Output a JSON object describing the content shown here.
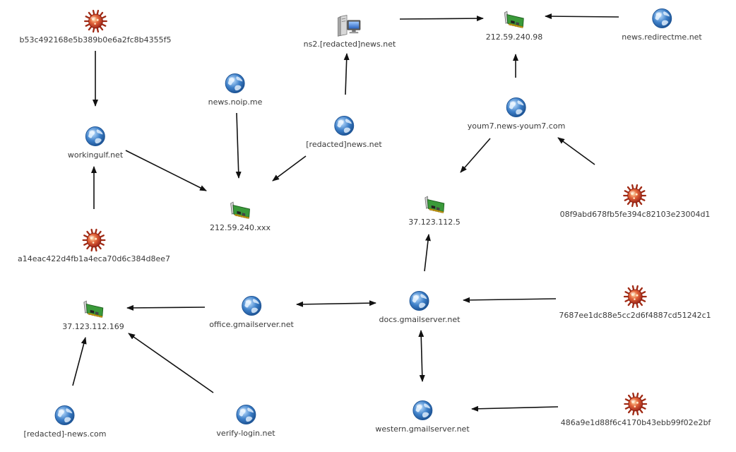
{
  "nodes": [
    {
      "id": "b53",
      "type": "malware",
      "label": "b53c492168e5b389b0e6a2fc8b4355f5"
    },
    {
      "id": "ns2",
      "type": "server",
      "label": "ns2.[redacted]news.net"
    },
    {
      "id": "ip98",
      "type": "ip",
      "label": "212.59.240.98"
    },
    {
      "id": "redirectme",
      "type": "domain",
      "label": "news.redirectme.net"
    },
    {
      "id": "noip",
      "type": "domain",
      "label": "news.noip.me"
    },
    {
      "id": "redactednews",
      "type": "domain",
      "label": "[redacted]news.net"
    },
    {
      "id": "youm7",
      "type": "domain",
      "label": "youm7.news-youm7.com"
    },
    {
      "id": "workingulf",
      "type": "domain",
      "label": "workingulf.net"
    },
    {
      "id": "ipxxx",
      "type": "ip",
      "label": "212.59.240.xxx"
    },
    {
      "id": "ip5",
      "type": "ip",
      "label": "37.123.112.5"
    },
    {
      "id": "m08f",
      "type": "malware",
      "label": "08f9abd678fb5fe394c82103e23004d1"
    },
    {
      "id": "a14",
      "type": "malware",
      "label": "a14eac422d4fb1a4eca70d6c384d8ee7"
    },
    {
      "id": "ip169",
      "type": "ip",
      "label": "37.123.112.169"
    },
    {
      "id": "office",
      "type": "domain",
      "label": "office.gmailserver.net"
    },
    {
      "id": "docs",
      "type": "domain",
      "label": "docs.gmailserver.net"
    },
    {
      "id": "m768",
      "type": "malware",
      "label": "7687ee1dc88e5cc2d6f4887cd51242c1"
    },
    {
      "id": "redactedcom",
      "type": "domain",
      "label": "[redacted]-news.com"
    },
    {
      "id": "verify",
      "type": "domain",
      "label": "verify-login.net"
    },
    {
      "id": "western",
      "type": "domain",
      "label": "western.gmailserver.net"
    },
    {
      "id": "m486",
      "type": "malware",
      "label": "486a9e1d88f6c4170b43ebb99f02e2bf"
    }
  ],
  "edges": [
    {
      "from": "b53",
      "to": "workingulf",
      "direction": "forward"
    },
    {
      "from": "a14",
      "to": "workingulf",
      "direction": "forward"
    },
    {
      "from": "workingulf",
      "to": "ipxxx",
      "direction": "forward"
    },
    {
      "from": "noip",
      "to": "ipxxx",
      "direction": "forward"
    },
    {
      "from": "redactednews",
      "to": "ipxxx",
      "direction": "forward"
    },
    {
      "from": "redactednews",
      "to": "ns2",
      "direction": "forward"
    },
    {
      "from": "ns2",
      "to": "ip98",
      "direction": "forward"
    },
    {
      "from": "redirectme",
      "to": "ip98",
      "direction": "forward"
    },
    {
      "from": "youm7",
      "to": "ip98",
      "direction": "forward"
    },
    {
      "from": "youm7",
      "to": "ip5",
      "direction": "forward"
    },
    {
      "from": "m08f",
      "to": "youm7",
      "direction": "forward"
    },
    {
      "from": "docs",
      "to": "ip5",
      "direction": "forward"
    },
    {
      "from": "office",
      "to": "ip169",
      "direction": "forward"
    },
    {
      "from": "office",
      "to": "docs",
      "direction": "both"
    },
    {
      "from": "m768",
      "to": "docs",
      "direction": "forward"
    },
    {
      "from": "docs",
      "to": "western",
      "direction": "both"
    },
    {
      "from": "m486",
      "to": "western",
      "direction": "forward"
    },
    {
      "from": "redactedcom",
      "to": "ip169",
      "direction": "forward"
    },
    {
      "from": "verify",
      "to": "ip169",
      "direction": "forward"
    }
  ],
  "icons": {
    "malware": "malware-icon",
    "domain": "globe-icon",
    "ip": "network-card-icon",
    "server": "server-computer-icon"
  },
  "colors": {
    "background": "#ffffff",
    "edge": "#111111",
    "label": "#3a3a3a",
    "globe": "#3d7fc8",
    "malware": "#c0392b",
    "network_card": "#3a9a3a"
  }
}
